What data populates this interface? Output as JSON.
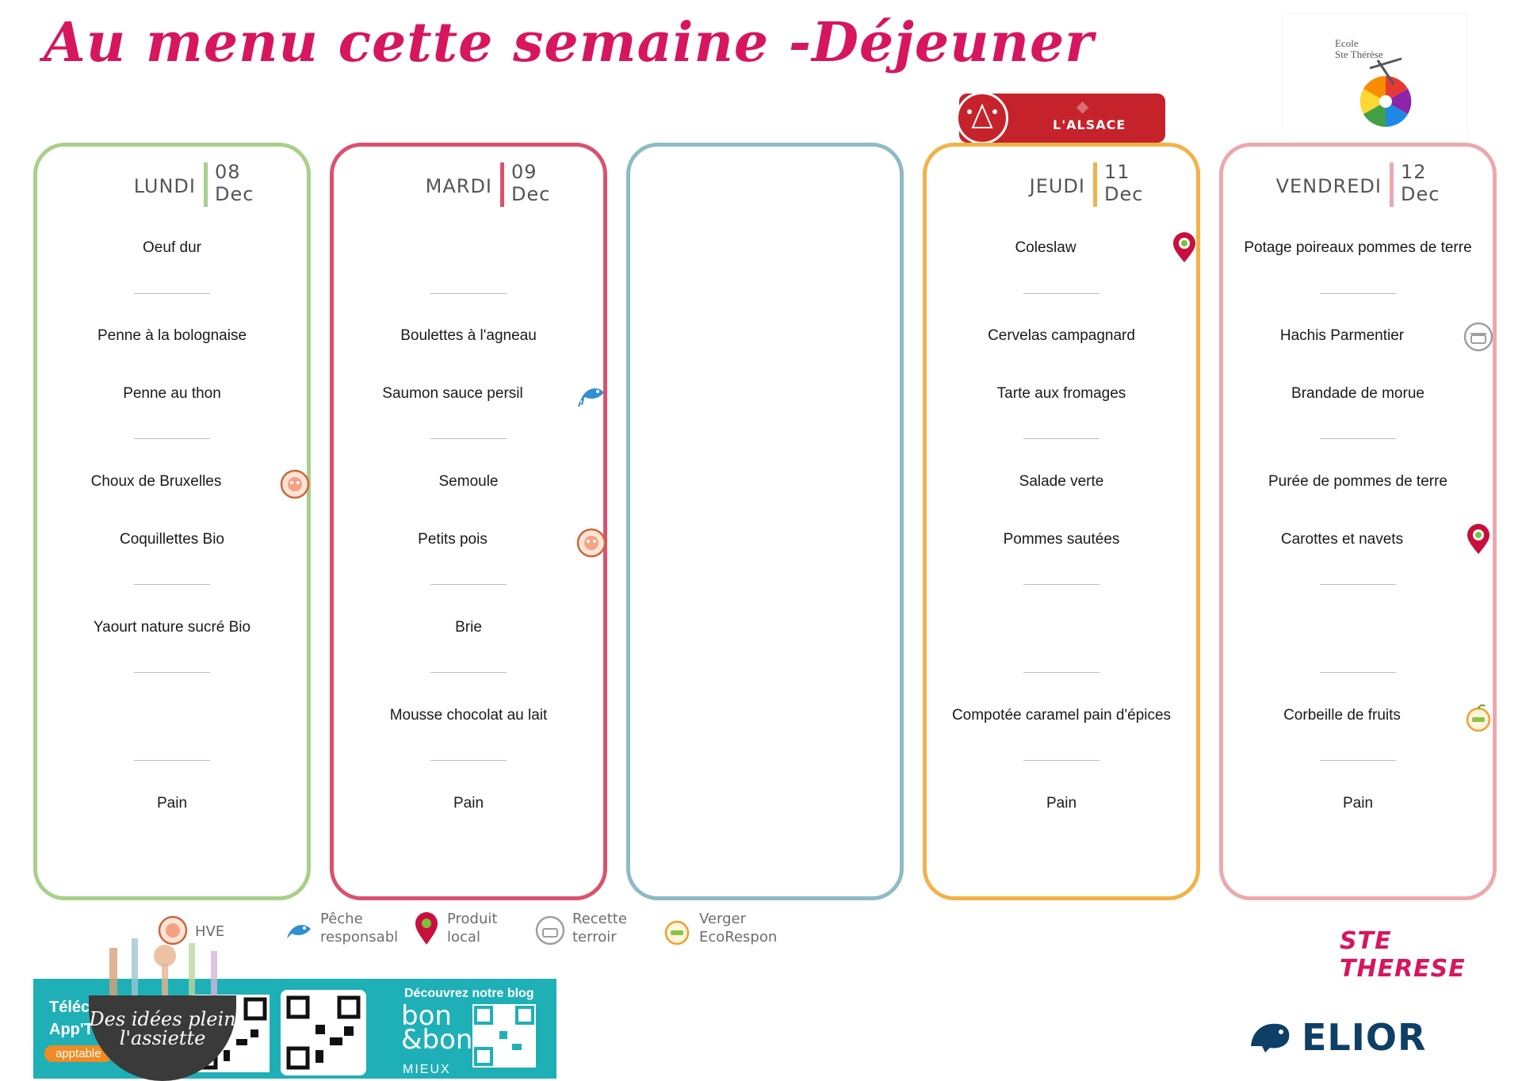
{
  "title": "Au menu cette semaine -Déjeuner",
  "school_logo_text": [
    "Ecole",
    "Ste Thérèse"
  ],
  "alsace_label": "L'ALSACE",
  "colors": {
    "title": "#d6165f",
    "lundi": "#a9cf8b",
    "mardi": "#d9526f",
    "mercredi": "#8fbac6",
    "jeudi": "#f1b24a",
    "vendredi": "#eba9ad",
    "alsace": "#c6222b",
    "elior": "#0e3f66",
    "banner": "#1fb0b7"
  },
  "days": {
    "lundi": {
      "name": "LUNDI",
      "day": "08",
      "month": "Dec",
      "items": [
        "Oeuf dur",
        "Penne à la bolognaise",
        "Penne au thon",
        "Choux de Bruxelles",
        "Coquillettes Bio",
        "Yaourt nature sucré Bio",
        "Pain"
      ],
      "icons": [
        {
          "row": "choux",
          "type": "hve-icon"
        }
      ]
    },
    "mardi": {
      "name": "MARDI",
      "day": "09",
      "month": "Dec",
      "items": [
        "Boulettes à l'agneau",
        "Saumon sauce persil",
        "Semoule",
        "Petits pois",
        "Brie",
        "Mousse chocolat au lait",
        "Pain"
      ],
      "icons": [
        {
          "row": "saumon",
          "type": "fish-icon"
        },
        {
          "row": "petits-pois",
          "type": "hve-icon"
        }
      ]
    },
    "jeudi": {
      "name": "JEUDI",
      "day": "11",
      "month": "Dec",
      "items": [
        "Coleslaw",
        "Cervelas campagnard",
        "Tarte aux fromages",
        "Salade verte",
        "Pommes sautées",
        "Compotée caramel pain d'épices",
        "Pain"
      ],
      "icons": [
        {
          "row": "coleslaw",
          "type": "local-pin-icon"
        }
      ]
    },
    "vendredi": {
      "name": "VENDREDI",
      "day": "12",
      "month": "Dec",
      "items": [
        "Potage poireaux pommes de terre",
        "Hachis Parmentier",
        "Brandade de morue",
        "Purée de pommes de terre",
        "Carottes et navets",
        "Corbeille de fruits",
        "Pain"
      ],
      "icons": [
        {
          "row": "hachis",
          "type": "terroir-pot-icon"
        },
        {
          "row": "carottes",
          "type": "local-pin-icon"
        },
        {
          "row": "corbeille",
          "type": "verger-apple-icon"
        }
      ]
    }
  },
  "legend": [
    {
      "label": [
        "HVE"
      ],
      "icon": "hve-icon"
    },
    {
      "label": [
        "Pêche",
        "responsabl"
      ],
      "icon": "fish-icon"
    },
    {
      "label": [
        "Produit",
        "local"
      ],
      "icon": "local-pin-icon"
    },
    {
      "label": [
        "Recette",
        "terroir"
      ],
      "icon": "terroir-pot-icon"
    },
    {
      "label": [
        "Verger",
        "EcoRespon"
      ],
      "icon": "verger-apple-icon"
    }
  ],
  "banner": {
    "tele": [
      "Téléc",
      "App'T"
    ],
    "apptable": "apptable",
    "blog": "Découvrez notre blog",
    "bonbon": [
      "bon",
      "&bon"
    ],
    "mieux": "MIEUX",
    "bowl": [
      "Des idées plein",
      "l'assiette"
    ]
  },
  "school_name": "STE THERESE",
  "brand": "ELIOR"
}
